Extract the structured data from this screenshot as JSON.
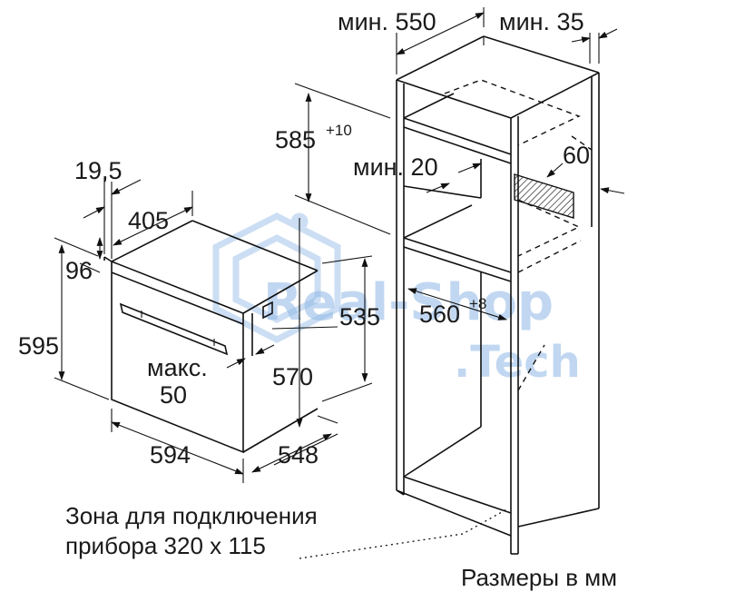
{
  "labels": {
    "min_550": "мин. 550",
    "min_35": "мин. 35",
    "d585": "585",
    "d585_sup": "+10",
    "min_20": "мин. 20",
    "d60": "60",
    "d19_5": "19,5",
    "d405": "405",
    "d96": "96",
    "d595": "595",
    "d535": "535",
    "d560": "560",
    "d560_sup": "+8",
    "max": "макс.",
    "d50": "50",
    "d570": "570",
    "d594": "594",
    "d548": "548",
    "zone_line1": "Зона для подключения",
    "zone_line2": "прибора 320 x 115",
    "units": "Размеры в мм"
  },
  "watermark": {
    "brand": "Real-Shop",
    "domain": ".Tech",
    "color": "#8fb8e6",
    "icon": "hexagon-logo-icon"
  }
}
